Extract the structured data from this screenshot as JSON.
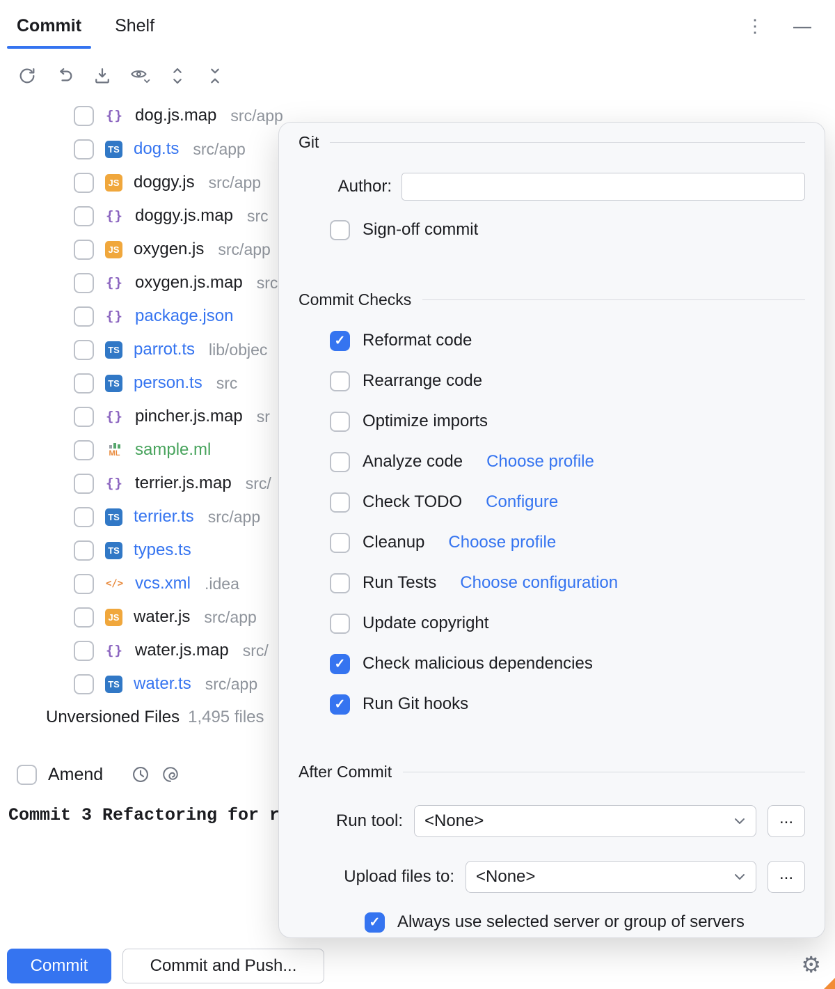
{
  "colors": {
    "accent": "#3574F0",
    "link": "#3574F0",
    "modified_file": "#3574F0",
    "new_file": "#47A35C",
    "path_text": "#8F949C",
    "icon_gray": "#6E7480",
    "ts_badge": "#3178C6",
    "js_badge": "#F0A73C",
    "xml_icon": "#E8883A",
    "braces_icon": "#8A63BF"
  },
  "header": {
    "tabs": [
      {
        "label": "Commit",
        "active": true
      },
      {
        "label": "Shelf",
        "active": false
      }
    ],
    "more_icon": "kebab-menu-icon",
    "minimize_icon": "hide-tool-window-icon",
    "more_glyph": "⋮",
    "minimize_glyph": "—"
  },
  "toolbar": {
    "icons": [
      "refresh-icon",
      "rollback-icon",
      "shelve-icon",
      "preview-diff-eye-icon",
      "expand-all-icon",
      "collapse-all-icon"
    ]
  },
  "icons": {
    "file_glyphs": {
      "braces": "{}",
      "ts": "TS",
      "js": "JS",
      "ml": "ML",
      "xml": "</>"
    }
  },
  "files": [
    {
      "icon": "braces",
      "name": "dog.js.map",
      "path": "src/app",
      "status": "default"
    },
    {
      "icon": "ts",
      "name": "dog.ts",
      "path": "src/app",
      "status": "modified"
    },
    {
      "icon": "js",
      "name": "doggy.js",
      "path": "src/app",
      "status": "default"
    },
    {
      "icon": "braces",
      "name": "doggy.js.map",
      "path": "src",
      "status": "default"
    },
    {
      "icon": "js",
      "name": "oxygen.js",
      "path": "src/app",
      "status": "default"
    },
    {
      "icon": "braces",
      "name": "oxygen.js.map",
      "path": "src",
      "status": "default"
    },
    {
      "icon": "braces",
      "name": "package.json",
      "path": "",
      "status": "modified"
    },
    {
      "icon": "ts",
      "name": "parrot.ts",
      "path": "lib/objec",
      "status": "modified"
    },
    {
      "icon": "ts",
      "name": "person.ts",
      "path": "src",
      "status": "modified"
    },
    {
      "icon": "braces",
      "name": "pincher.js.map",
      "path": "sr",
      "status": "default"
    },
    {
      "icon": "ml",
      "name": "sample.ml",
      "path": "",
      "status": "new"
    },
    {
      "icon": "braces",
      "name": "terrier.js.map",
      "path": "src/",
      "status": "default"
    },
    {
      "icon": "ts",
      "name": "terrier.ts",
      "path": "src/app",
      "status": "modified"
    },
    {
      "icon": "ts",
      "name": "types.ts",
      "path": "",
      "status": "modified"
    },
    {
      "icon": "xml",
      "name": "vcs.xml",
      "path": ".idea",
      "status": "modified"
    },
    {
      "icon": "js",
      "name": "water.js",
      "path": "src/app",
      "status": "default"
    },
    {
      "icon": "braces",
      "name": "water.js.map",
      "path": "src/",
      "status": "default"
    },
    {
      "icon": "ts",
      "name": "water.ts",
      "path": "src/app",
      "status": "modified"
    }
  ],
  "unversioned": {
    "label": "Unversioned Files",
    "count": "1,495 files"
  },
  "amend": {
    "label": "Amend",
    "checked": false
  },
  "message": {
    "text": "Commit 3 Refactoring for r"
  },
  "footer": {
    "commit_label": "Commit",
    "commit_and_push_label": "Commit and Push...",
    "settings_icon": "gear-icon"
  },
  "popup": {
    "git": {
      "title": "Git",
      "author_label": "Author:",
      "author_value": "",
      "signoff": {
        "label": "Sign-off commit",
        "checked": false
      }
    },
    "checks": {
      "title": "Commit Checks",
      "items": [
        {
          "label": "Reformat code",
          "checked": true
        },
        {
          "label": "Rearrange code",
          "checked": false
        },
        {
          "label": "Optimize imports",
          "checked": false
        },
        {
          "label": "Analyze code",
          "checked": false,
          "link": "Choose profile"
        },
        {
          "label": "Check TODO",
          "checked": false,
          "link": "Configure"
        },
        {
          "label": "Cleanup",
          "checked": false,
          "link": "Choose profile"
        },
        {
          "label": "Run Tests",
          "checked": false,
          "link": "Choose configuration"
        },
        {
          "label": "Update copyright",
          "checked": false
        },
        {
          "label": "Check malicious dependencies",
          "checked": true
        },
        {
          "label": "Run Git hooks",
          "checked": true
        }
      ]
    },
    "after_commit": {
      "title": "After Commit",
      "run_tool_label": "Run tool:",
      "run_tool_value": "<None>",
      "upload_label": "Upload files to:",
      "upload_value": "<None>",
      "browse_label": "...",
      "always_use": {
        "label": "Always use selected server or group of servers",
        "checked": true
      }
    }
  }
}
